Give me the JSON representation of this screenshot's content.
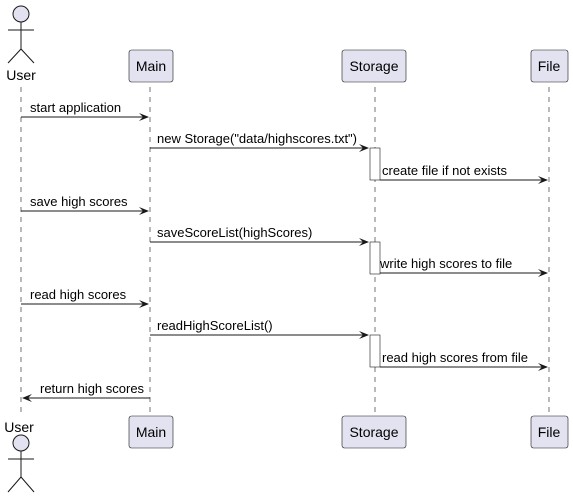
{
  "participants": [
    {
      "name": "User",
      "kind": "actor"
    },
    {
      "name": "Main",
      "kind": "participant"
    },
    {
      "name": "Storage",
      "kind": "participant"
    },
    {
      "name": "File",
      "kind": "participant"
    }
  ],
  "messages": [
    {
      "from": "User",
      "to": "Main",
      "label": "start application"
    },
    {
      "from": "Main",
      "to": "Storage",
      "label": "new Storage(\"data/highscores.txt\")"
    },
    {
      "from": "Storage",
      "to": "File",
      "label": "create file if not exists"
    },
    {
      "from": "User",
      "to": "Main",
      "label": "save high scores"
    },
    {
      "from": "Main",
      "to": "Storage",
      "label": "saveScoreList(highScores)"
    },
    {
      "from": "Storage",
      "to": "File",
      "label": "write high scores to file"
    },
    {
      "from": "User",
      "to": "Main",
      "label": "read high scores"
    },
    {
      "from": "Main",
      "to": "Storage",
      "label": "readHighScoreList()"
    },
    {
      "from": "Storage",
      "to": "File",
      "label": "read high scores from file"
    },
    {
      "from": "Main",
      "to": "User",
      "label": "return high scores"
    }
  ],
  "colors": {
    "participant_fill": "#E2E2F0",
    "line": "#181818",
    "activation_fill": "#FFFFFF"
  }
}
